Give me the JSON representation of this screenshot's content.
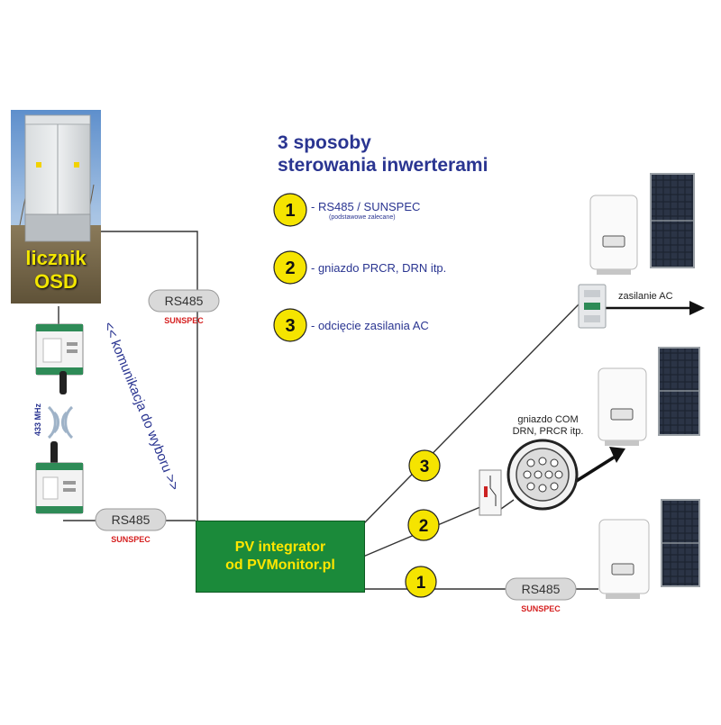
{
  "title": {
    "line1": "3 sposoby",
    "line2": "sterowania inwerterami"
  },
  "methods": [
    {
      "number": "1",
      "label": "- RS485 / SUNSPEC",
      "sublabel": "(podstawowe zalecane)"
    },
    {
      "number": "2",
      "label": "- gniazdo PRCR, DRN itp."
    },
    {
      "number": "3",
      "label": "- odcięcie zasilania AC"
    }
  ],
  "meter": {
    "line1": "licznik",
    "line2": "OSD"
  },
  "integrator": {
    "line1": "PV integrator",
    "line2": "od PVMonitor.pl"
  },
  "bus_labels": {
    "rs485": "RS485",
    "sunspec": "SUNSPEC"
  },
  "comm_choice": "<< komunikacja do wyboru >>",
  "radio_freq": "433 MHz",
  "ac_supply": "zasilanie AC",
  "com_socket": {
    "line1": "gniazdo COM",
    "line2": "DRN, PRCR itp."
  },
  "colors": {
    "title_blue": "#2a3591",
    "badge_yellow": "#f5e400",
    "integrator_green": "#1b8a3a",
    "integrator_text": "#ffe600",
    "sunspec_red": "#d51f1f",
    "pill_gray": "#d9d9d9"
  }
}
